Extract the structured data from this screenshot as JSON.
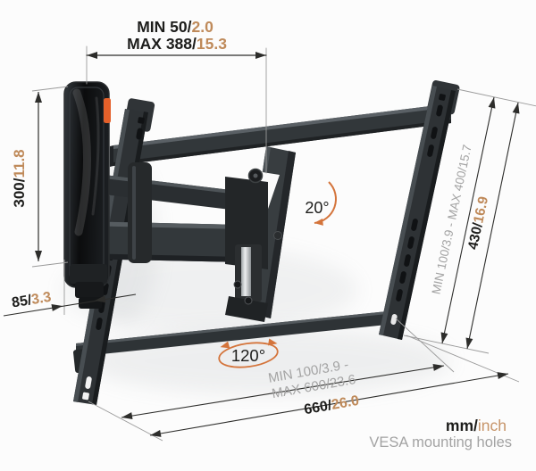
{
  "colors": {
    "text_black": "#1d1d1b",
    "text_tan": "#bf8a5a",
    "text_gray": "#a3a3a3",
    "arrow_orange": "#d4743b",
    "clip_orange": "#e4602a",
    "mount_dark": "#2e3235"
  },
  "dimensions": {
    "top": {
      "line1_label": "MIN 50/",
      "line1_value": "2.0",
      "line2_label": "MAX 388/",
      "line2_value": "15.3"
    },
    "left_height": {
      "label": "300/",
      "value": "11.8"
    },
    "wall_distance": {
      "label": "85/",
      "value": "3.3"
    },
    "tilt": "20°",
    "swivel": "120°",
    "right": {
      "range": "MIN 100/3.9 - MAX 400/15.7",
      "height_label": "430/",
      "height_value": "16.9"
    },
    "bottom": {
      "range_line1": "MIN 100/3.9 -",
      "range_line2": "MAX 600/23.6",
      "width_label": "660/",
      "width_value": "26.0"
    },
    "legend": {
      "units_label": "mm/",
      "units_value": "inch",
      "caption": "VESA mounting holes"
    }
  }
}
